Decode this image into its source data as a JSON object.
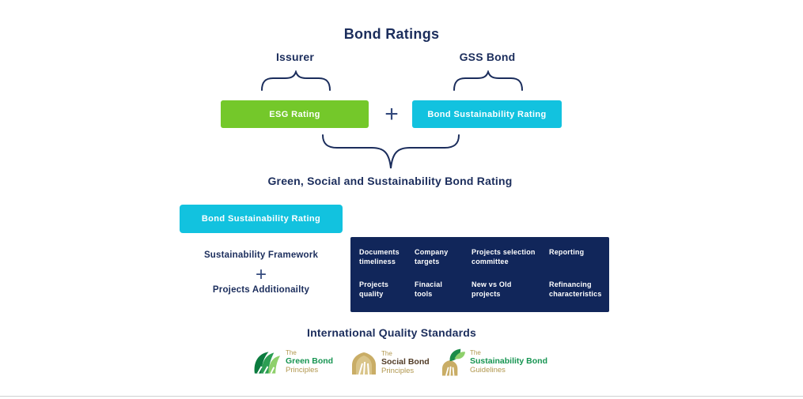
{
  "diagram": {
    "title": "Bond Ratings",
    "issuer_label": "Issurer",
    "gss_label": "GSS Bond",
    "esg_box_label": "ESG Rating",
    "bsr_box_label": "Bond Sustainability Rating",
    "plus": "+",
    "combined_label": "Green, Social and Sustainability Bond Rating"
  },
  "breakdown": {
    "bsr_box_label": "Bond Sustainability Rating",
    "framework_label": "Sustainability Framework",
    "plus": "+",
    "additionality_label": "Projects Additionailty",
    "factors": [
      {
        "l1": "Documents",
        "l2": "timeliness"
      },
      {
        "l1": "Company",
        "l2": "targets"
      },
      {
        "l1": "Projects selection",
        "l2": "committee"
      },
      {
        "l1": "Reporting",
        "l2": ""
      },
      {
        "l1": "Projects",
        "l2": "quality"
      },
      {
        "l1": "Finacial",
        "l2": "tools"
      },
      {
        "l1": "New vs Old",
        "l2": "projects"
      },
      {
        "l1": "Refinancing",
        "l2": "characteristics"
      }
    ]
  },
  "standards": {
    "title": "International Quality Standards",
    "logos": [
      {
        "the": "The",
        "name": "Green Bond",
        "sub": "Principles"
      },
      {
        "the": "The",
        "name": "Social Bond",
        "sub": "Principles"
      },
      {
        "the": "The",
        "name": "Sustainability Bond",
        "sub": "Guidelines"
      }
    ]
  },
  "colors": {
    "navy_text": "#1b2d5c",
    "green_box": "#74c82a",
    "cyan_box": "#12c2df",
    "factors_box": "#11265a",
    "logo_tan": "#b1974e",
    "logo_green": "#169451",
    "logo_brown": "#503a25"
  }
}
